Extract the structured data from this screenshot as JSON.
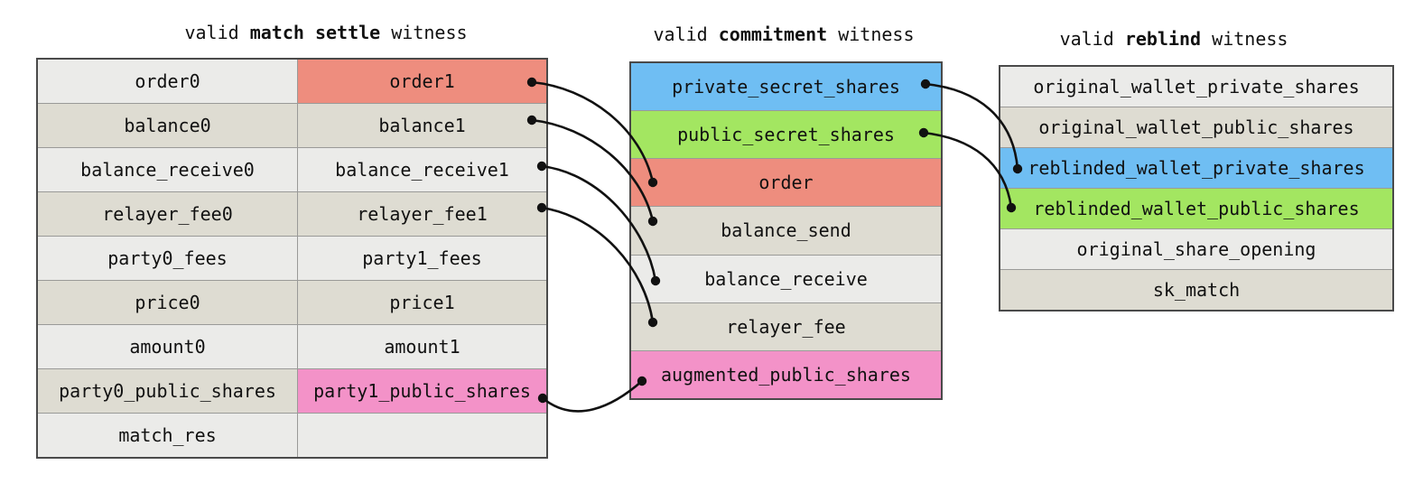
{
  "colors": {
    "light": "#ebebe9",
    "beige": "#dedcd2",
    "salmon": "#ee8d7e",
    "pink": "#f392c8",
    "blue": "#6fbef3",
    "green": "#a3e661",
    "border": "#4a4a4a",
    "sep": "#9a9a98",
    "text": "#111111",
    "arrow": "#111111",
    "canvas": "#ffffff"
  },
  "tables": {
    "match_settle": {
      "title": {
        "prefix": "valid ",
        "bold": "match settle",
        "suffix": " witness"
      },
      "rows": [
        [
          "order0",
          "order1"
        ],
        [
          "balance0",
          "balance1"
        ],
        [
          "balance_receive0",
          "balance_receive1"
        ],
        [
          "relayer_fee0",
          "relayer_fee1"
        ],
        [
          "party0_fees",
          "party1_fees"
        ],
        [
          "price0",
          "price1"
        ],
        [
          "amount0",
          "amount1"
        ],
        [
          "party0_public_shares",
          "party1_public_shares"
        ],
        [
          "match_res",
          ""
        ]
      ]
    },
    "commitment": {
      "title": {
        "prefix": "valid ",
        "bold": "commitment",
        "suffix": " witness"
      },
      "rows": [
        "private_secret_shares",
        "public_secret_shares",
        "order",
        "balance_send",
        "balance_receive",
        "relayer_fee",
        "augmented_public_shares"
      ]
    },
    "reblind": {
      "title": {
        "prefix": "valid ",
        "bold": "reblind",
        "suffix": " witness"
      },
      "rows": [
        "original_wallet_private_shares",
        "original_wallet_public_shares",
        "reblinded_wallet_private_shares",
        "reblinded_wallet_public_shares",
        "original_share_opening",
        "sk_match"
      ]
    }
  },
  "connections": [
    {
      "from_table": "match_settle",
      "from": "order1",
      "to_table": "commitment",
      "to": "order"
    },
    {
      "from_table": "match_settle",
      "from": "balance1",
      "to_table": "commitment",
      "to": "balance_send"
    },
    {
      "from_table": "match_settle",
      "from": "balance_receive1",
      "to_table": "commitment",
      "to": "balance_receive"
    },
    {
      "from_table": "match_settle",
      "from": "relayer_fee1",
      "to_table": "commitment",
      "to": "relayer_fee"
    },
    {
      "from_table": "match_settle",
      "from": "party1_public_shares",
      "to_table": "commitment",
      "to": "augmented_public_shares"
    },
    {
      "from_table": "commitment",
      "from": "private_secret_shares",
      "to_table": "reblind",
      "to": "reblinded_wallet_private_shares"
    },
    {
      "from_table": "commitment",
      "from": "public_secret_shares",
      "to_table": "reblind",
      "to": "reblinded_wallet_public_shares"
    }
  ]
}
